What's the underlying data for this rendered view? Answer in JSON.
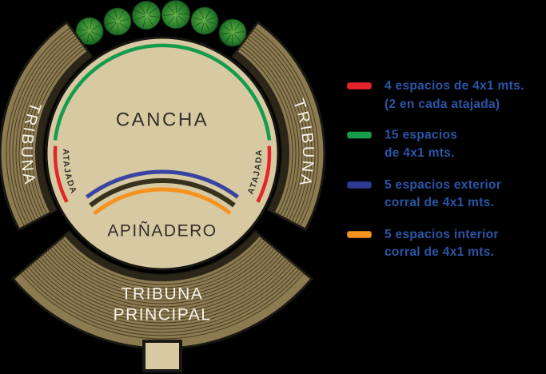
{
  "diagram": {
    "cancha": "CANCHA",
    "apinadero": "APIÑADERO",
    "tribuna_left": "TRIBUNA",
    "tribuna_right": "TRIBUNA",
    "atajada_left": "ATAJADA",
    "atajada_right": "ATAJADA",
    "tribuna_principal": [
      "TRIBUNA",
      "PRINCIPAL"
    ]
  },
  "legend": {
    "text_color": "#2b55a8",
    "items": [
      {
        "swatch_color": "#e5232b",
        "lines": [
          "4 espacios de 4x1 mts.",
          "(2 en cada atajada)"
        ]
      },
      {
        "swatch_color": "#169c4b",
        "lines": [
          "15 espacios",
          "de 4x1 mts."
        ]
      },
      {
        "swatch_color": "#2e3a96",
        "lines": [
          "5 espacios exterior",
          "corral de 4x1 mts."
        ]
      },
      {
        "swatch_color": "#f6921e",
        "lines": [
          "5 espacios interior",
          "corral de 4x1 mts."
        ]
      }
    ]
  },
  "colors": {
    "background": "#000000",
    "field_tan": "#d7c9a2",
    "stand_olive": "#8c7b51",
    "stand_dark_band": "#2c2619",
    "outline": "#191813",
    "green_arc": "#149c4c",
    "red_arc": "#e52528",
    "blue_arc": "#3943a1",
    "dark_arc": "#37301d",
    "orange_arc": "#f6921e"
  }
}
